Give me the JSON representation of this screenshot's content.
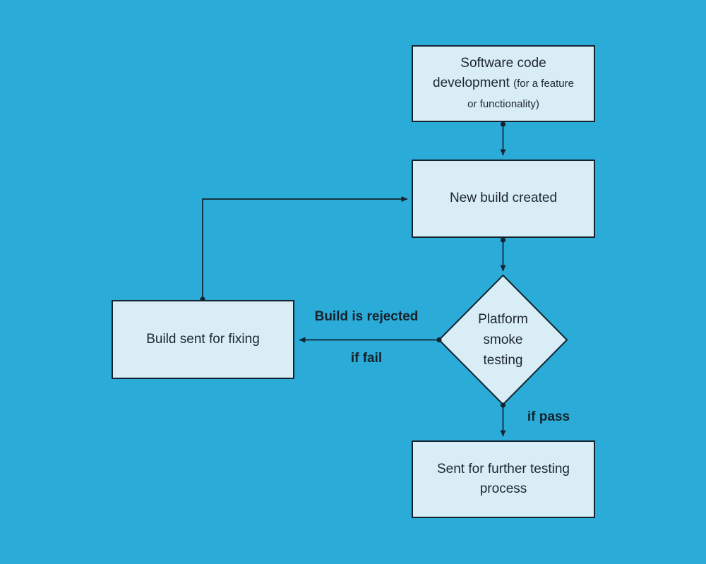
{
  "palette": {
    "background": "#2AABD8",
    "node_fill": "#D9EDF7",
    "stroke": "#132430",
    "text": "#1D2730"
  },
  "nodes": {
    "software_dev": {
      "title": "Software code development",
      "subtitle": "(for a feature or functionality)"
    },
    "new_build": {
      "label": "New build created"
    },
    "smoke_testing": {
      "label": "Platform smoke testing"
    },
    "build_fix": {
      "label": "Build sent for fixing"
    },
    "further_testing": {
      "label": "Sent for further testing process"
    }
  },
  "edge_labels": {
    "rejected": "Build is rejected",
    "if_fail": "if fail",
    "if_pass": "if pass"
  },
  "edges": [
    {
      "from": "software_dev",
      "to": "new_build",
      "label": ""
    },
    {
      "from": "new_build",
      "to": "smoke_testing",
      "label": ""
    },
    {
      "from": "smoke_testing",
      "to": "build_fix",
      "label": "Build is rejected, if fail"
    },
    {
      "from": "build_fix",
      "to": "new_build",
      "label": ""
    },
    {
      "from": "smoke_testing",
      "to": "further_testing",
      "label": "if pass"
    }
  ]
}
